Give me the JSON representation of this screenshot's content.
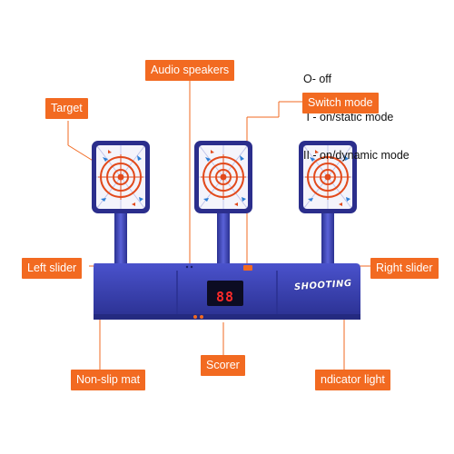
{
  "labels": {
    "target": "Target",
    "audio_speakers": "Audio speakers",
    "switch_mode": "Switch mode",
    "left_slider": "Left slider",
    "right_slider": "Right slider",
    "non_slip_mat": "Non-slip mat",
    "scorer": "Scorer",
    "indicator_light": "ndicator light"
  },
  "modes": [
    "O- off",
    " I - on/static mode",
    "II - on/dynamic mode"
  ],
  "scorer_display": "88",
  "brand_text": "SHOOTING",
  "colors": {
    "callout": "#f26a21",
    "base": "#3c43b8",
    "target_frame": "#2b2e8c",
    "bullseye": "#e24a1c"
  }
}
